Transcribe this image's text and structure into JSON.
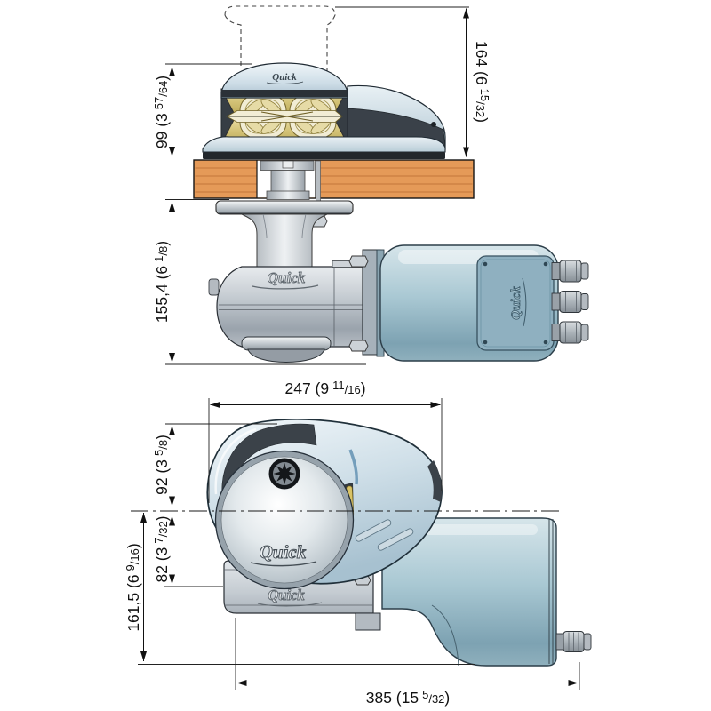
{
  "brand": {
    "name": "Quick"
  },
  "dimensions": {
    "d164": {
      "main": "164 (6",
      "num": "15",
      "den": "/32",
      "close": ")",
      "full": "164 (6 15/32)",
      "meaning": "height above deck including drum"
    },
    "d99": {
      "main": "99 (3",
      "num": "57",
      "den": "/64",
      "close": ")",
      "full": "99 (3 57/64)",
      "meaning": "height of unit above deck"
    },
    "d155": {
      "main": "155,4 (6",
      "num": "1",
      "den": "/8",
      "close": ")",
      "full": "155,4 (6 1/8)",
      "meaning": "depth below deck"
    },
    "d247": {
      "main": "247 (9",
      "num": "11",
      "den": "/16",
      "close": ")",
      "full": "247 (9 11/16)",
      "meaning": "housing width, side view"
    },
    "d92": {
      "main": "92 (3",
      "num": "5",
      "den": "/8",
      "close": ")",
      "full": "92 (3 5/8)",
      "meaning": "centerline to top"
    },
    "d82": {
      "main": "82 (3",
      "num": "7",
      "den": "/32",
      "close": ")",
      "full": "82 (3 7/32)",
      "meaning": "centerline to gear body bottom"
    },
    "d161": {
      "main": "161,5 (6",
      "num": "9",
      "den": "/16",
      "close": ")",
      "full": "161,5 (6 9/16)",
      "meaning": "centerline to lowest point"
    },
    "d385": {
      "main": "385 (15",
      "num": "5",
      "den": "/32",
      "close": ")",
      "full": "385 (15 5/32)",
      "meaning": "overall length, side view"
    }
  },
  "icons": {
    "emergency_socket": "8-point-star",
    "drum_option": "dashed-outline"
  },
  "palette": {
    "deck_wood": "#e59a58",
    "deck_grain": "#c2763a",
    "metal_light_blue": "#cfdfe8",
    "metal_dark": "#3a4149",
    "gypsy_gold": "#d3c276",
    "gypsy_cream": "#f1ecd4",
    "motor_teal": "#a9c8d3",
    "panel_teal": "#8fb0c0",
    "gear_gray": "#c3cad0",
    "chrome": "#e8ecef",
    "line": "#111111"
  }
}
